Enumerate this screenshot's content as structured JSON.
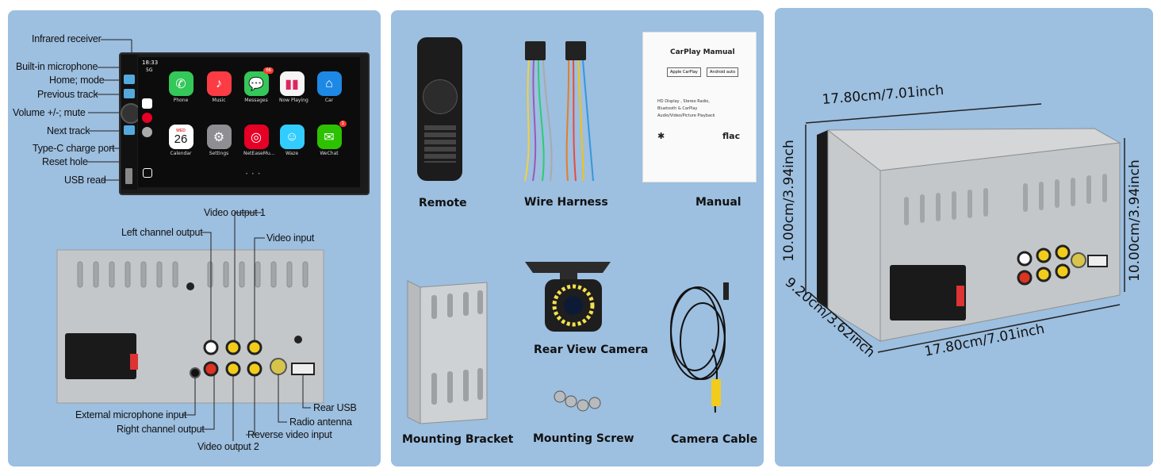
{
  "colors": {
    "panel": "#9dbfe0",
    "metal": "#c4c7c9",
    "screen": "#0c0c0c"
  },
  "panel1": {
    "front_labels": [
      "Infrared receiver",
      "Built-in microphone",
      "Home; mode",
      "Previous track",
      "Volume +/-; mute",
      "Next track",
      "Type-C charge port",
      "Reset hole",
      "USB read"
    ],
    "screen": {
      "time": "18:33",
      "signal": "5G",
      "apps": [
        {
          "name": "Phone",
          "icon": "phone-icon",
          "color": "#34c759"
        },
        {
          "name": "Music",
          "icon": "music-icon",
          "color": "#fc3c44"
        },
        {
          "name": "Messages",
          "icon": "messages-icon",
          "color": "#34c759",
          "badge": "66"
        },
        {
          "name": "Now Playing",
          "icon": "now-playing-icon",
          "color": "#f5f5f5"
        },
        {
          "name": "Car",
          "icon": "home-icon",
          "color": "#1e88e5"
        },
        {
          "name": "Calendar",
          "icon": "calendar-icon",
          "color": "#ffffff",
          "month": "WED",
          "day": "26"
        },
        {
          "name": "Settings",
          "icon": "settings-icon",
          "color": "#8e8e93"
        },
        {
          "name": "NetEaseMu...",
          "icon": "netease-icon",
          "color": "#e60026"
        },
        {
          "name": "Waze",
          "icon": "waze-icon",
          "color": "#33ccff"
        },
        {
          "name": "WeChat",
          "icon": "wechat-icon",
          "color": "#2dc100",
          "badge": "1"
        }
      ]
    },
    "rear_labels": {
      "video_output_1": "Video output 1",
      "left_channel_output": "Left channel output",
      "video_input": "Video input",
      "external_mic": "External microphone input",
      "right_channel_output": "Right channel output",
      "video_output_2": "Video output 2",
      "reverse_video_input": "Reverse video input",
      "radio_antenna": "Radio antenna",
      "rear_usb": "Rear USB"
    }
  },
  "panel2": {
    "items": {
      "remote": "Remote",
      "wire_harness": "Wire Harness",
      "manual": "Manual",
      "rear_view_camera": "Rear View Camera",
      "mounting_bracket": "Mounting Bracket",
      "mounting_screw": "Mounting Screw",
      "camera_cable": "Camera Cable"
    },
    "manual_doc": {
      "title": "CarPlay Mamual",
      "badge_apple": "Apple CarPlay",
      "badge_android": "Android auto",
      "line1": "HD Display , Stereo Radio,",
      "line2": "Bluetooth & CarPlay",
      "line3": "Audio/Video/Picture Playback",
      "flac": "flac"
    }
  },
  "panel3": {
    "dims": {
      "top_width": "17.80cm/7.01inch",
      "bottom_width": "17.80cm/7.01inch",
      "left_height": "10.00cm/3.94inch",
      "right_height": "10.00cm/3.94inch",
      "depth": "9.20cm/3.62inch"
    }
  }
}
